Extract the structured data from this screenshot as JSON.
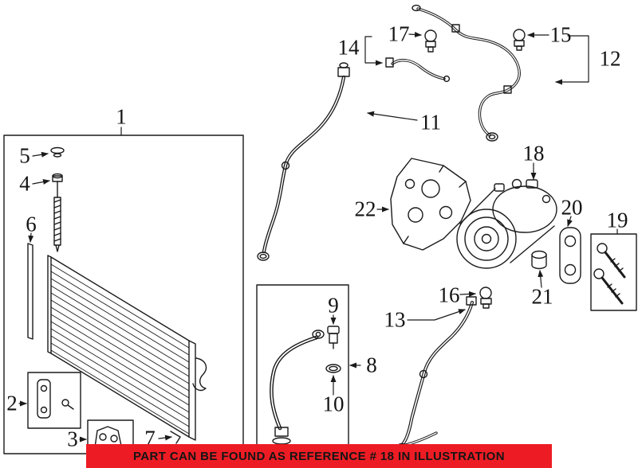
{
  "banner": {
    "text": "PART CAN BE FOUND AS REFERENCE # 18 IN ILLUSTRATION",
    "background_color": "#ed1c24",
    "text_color": "#141414"
  },
  "colors": {
    "line": "#1a1a1a",
    "background": "#ffffff"
  },
  "callouts": [
    {
      "number": "1"
    },
    {
      "number": "2"
    },
    {
      "number": "3"
    },
    {
      "number": "4"
    },
    {
      "number": "5"
    },
    {
      "number": "6"
    },
    {
      "number": "7"
    },
    {
      "number": "8"
    },
    {
      "number": "9"
    },
    {
      "number": "10"
    },
    {
      "number": "11"
    },
    {
      "number": "12"
    },
    {
      "number": "13"
    },
    {
      "number": "14"
    },
    {
      "number": "15"
    },
    {
      "number": "16"
    },
    {
      "number": "17"
    },
    {
      "number": "18"
    },
    {
      "number": "19"
    },
    {
      "number": "20"
    },
    {
      "number": "21"
    },
    {
      "number": "22"
    }
  ]
}
